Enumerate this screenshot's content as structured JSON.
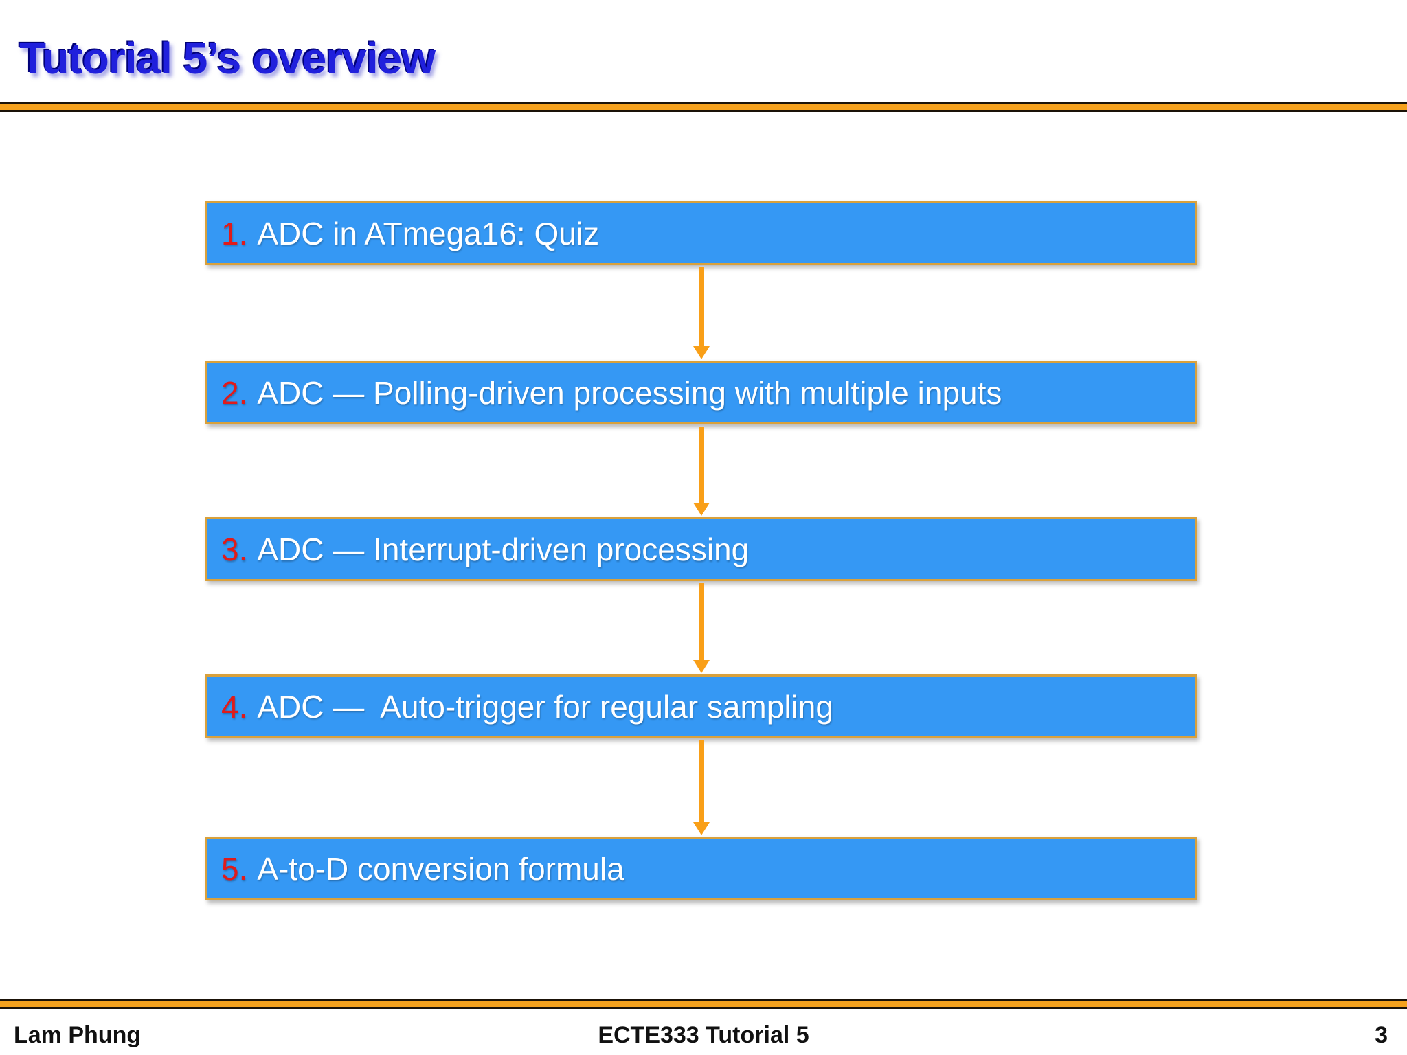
{
  "slide": {
    "title": "Tutorial 5’s overview"
  },
  "flow_boxes": [
    {
      "number": "1.",
      "label": "ADC in ATmega16: Quiz"
    },
    {
      "number": "2.",
      "label": "ADC — Polling-driven processing with multiple inputs"
    },
    {
      "number": "3.",
      "label": "ADC — Interrupt-driven processing"
    },
    {
      "number": "4.",
      "label": "ADC —  Auto-trigger for regular sampling"
    },
    {
      "number": "5.",
      "label": "A-to-D conversion formula"
    }
  ],
  "footer": {
    "author": "Lam Phung",
    "course": "ECTE333 Tutorial 5",
    "page_number": "3"
  },
  "colors": {
    "title_blue": "#2020DC",
    "title_shadow_navy": "#000078",
    "box_fill_blue": "#3598F4",
    "box_border_orange": "#D9A13C",
    "number_red": "#E01B1B",
    "box_text_white": "#FFFFFF",
    "arrow_orange": "#F99F17",
    "rule_orange": "#F5A11D",
    "footer_text_black": "#111111"
  }
}
